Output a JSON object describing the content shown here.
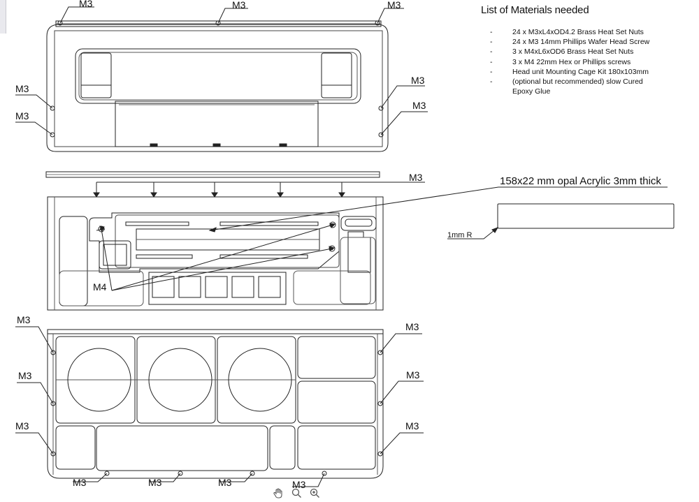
{
  "materials": {
    "title": "List of Materials needed",
    "items": [
      {
        "dash": "-",
        "text": "24 x M3xL4xOD4.2 Brass Heat Set Nuts",
        "cont": ""
      },
      {
        "dash": "-",
        "text": "24 x M3 14mm Phillips Wafer Head Screw",
        "cont": ""
      },
      {
        "dash": "-",
        "text": "3 x M4xL6xOD6 Brass Heat Set Nuts",
        "cont": ""
      },
      {
        "dash": "-",
        "text": "3 x M4 22mm Hex or Phillips screws",
        "cont": ""
      },
      {
        "dash": "-",
        "text": "Head unit Mounting Cage Kit 180x103mm",
        "cont": ""
      },
      {
        "dash": "-",
        "text": "(optional but recommended) slow Cured",
        "cont": "Epoxy Glue"
      }
    ]
  },
  "labels": {
    "m3": "M3",
    "m4": "M4",
    "acrylic": "158x22 mm opal Acrylic 3mm thick",
    "radius": "1mm R"
  },
  "viewer": {
    "pan_icon": "hand-icon",
    "zoom_icon": "magnifier-icon",
    "zoom_in_icon": "zoom-in-icon"
  }
}
